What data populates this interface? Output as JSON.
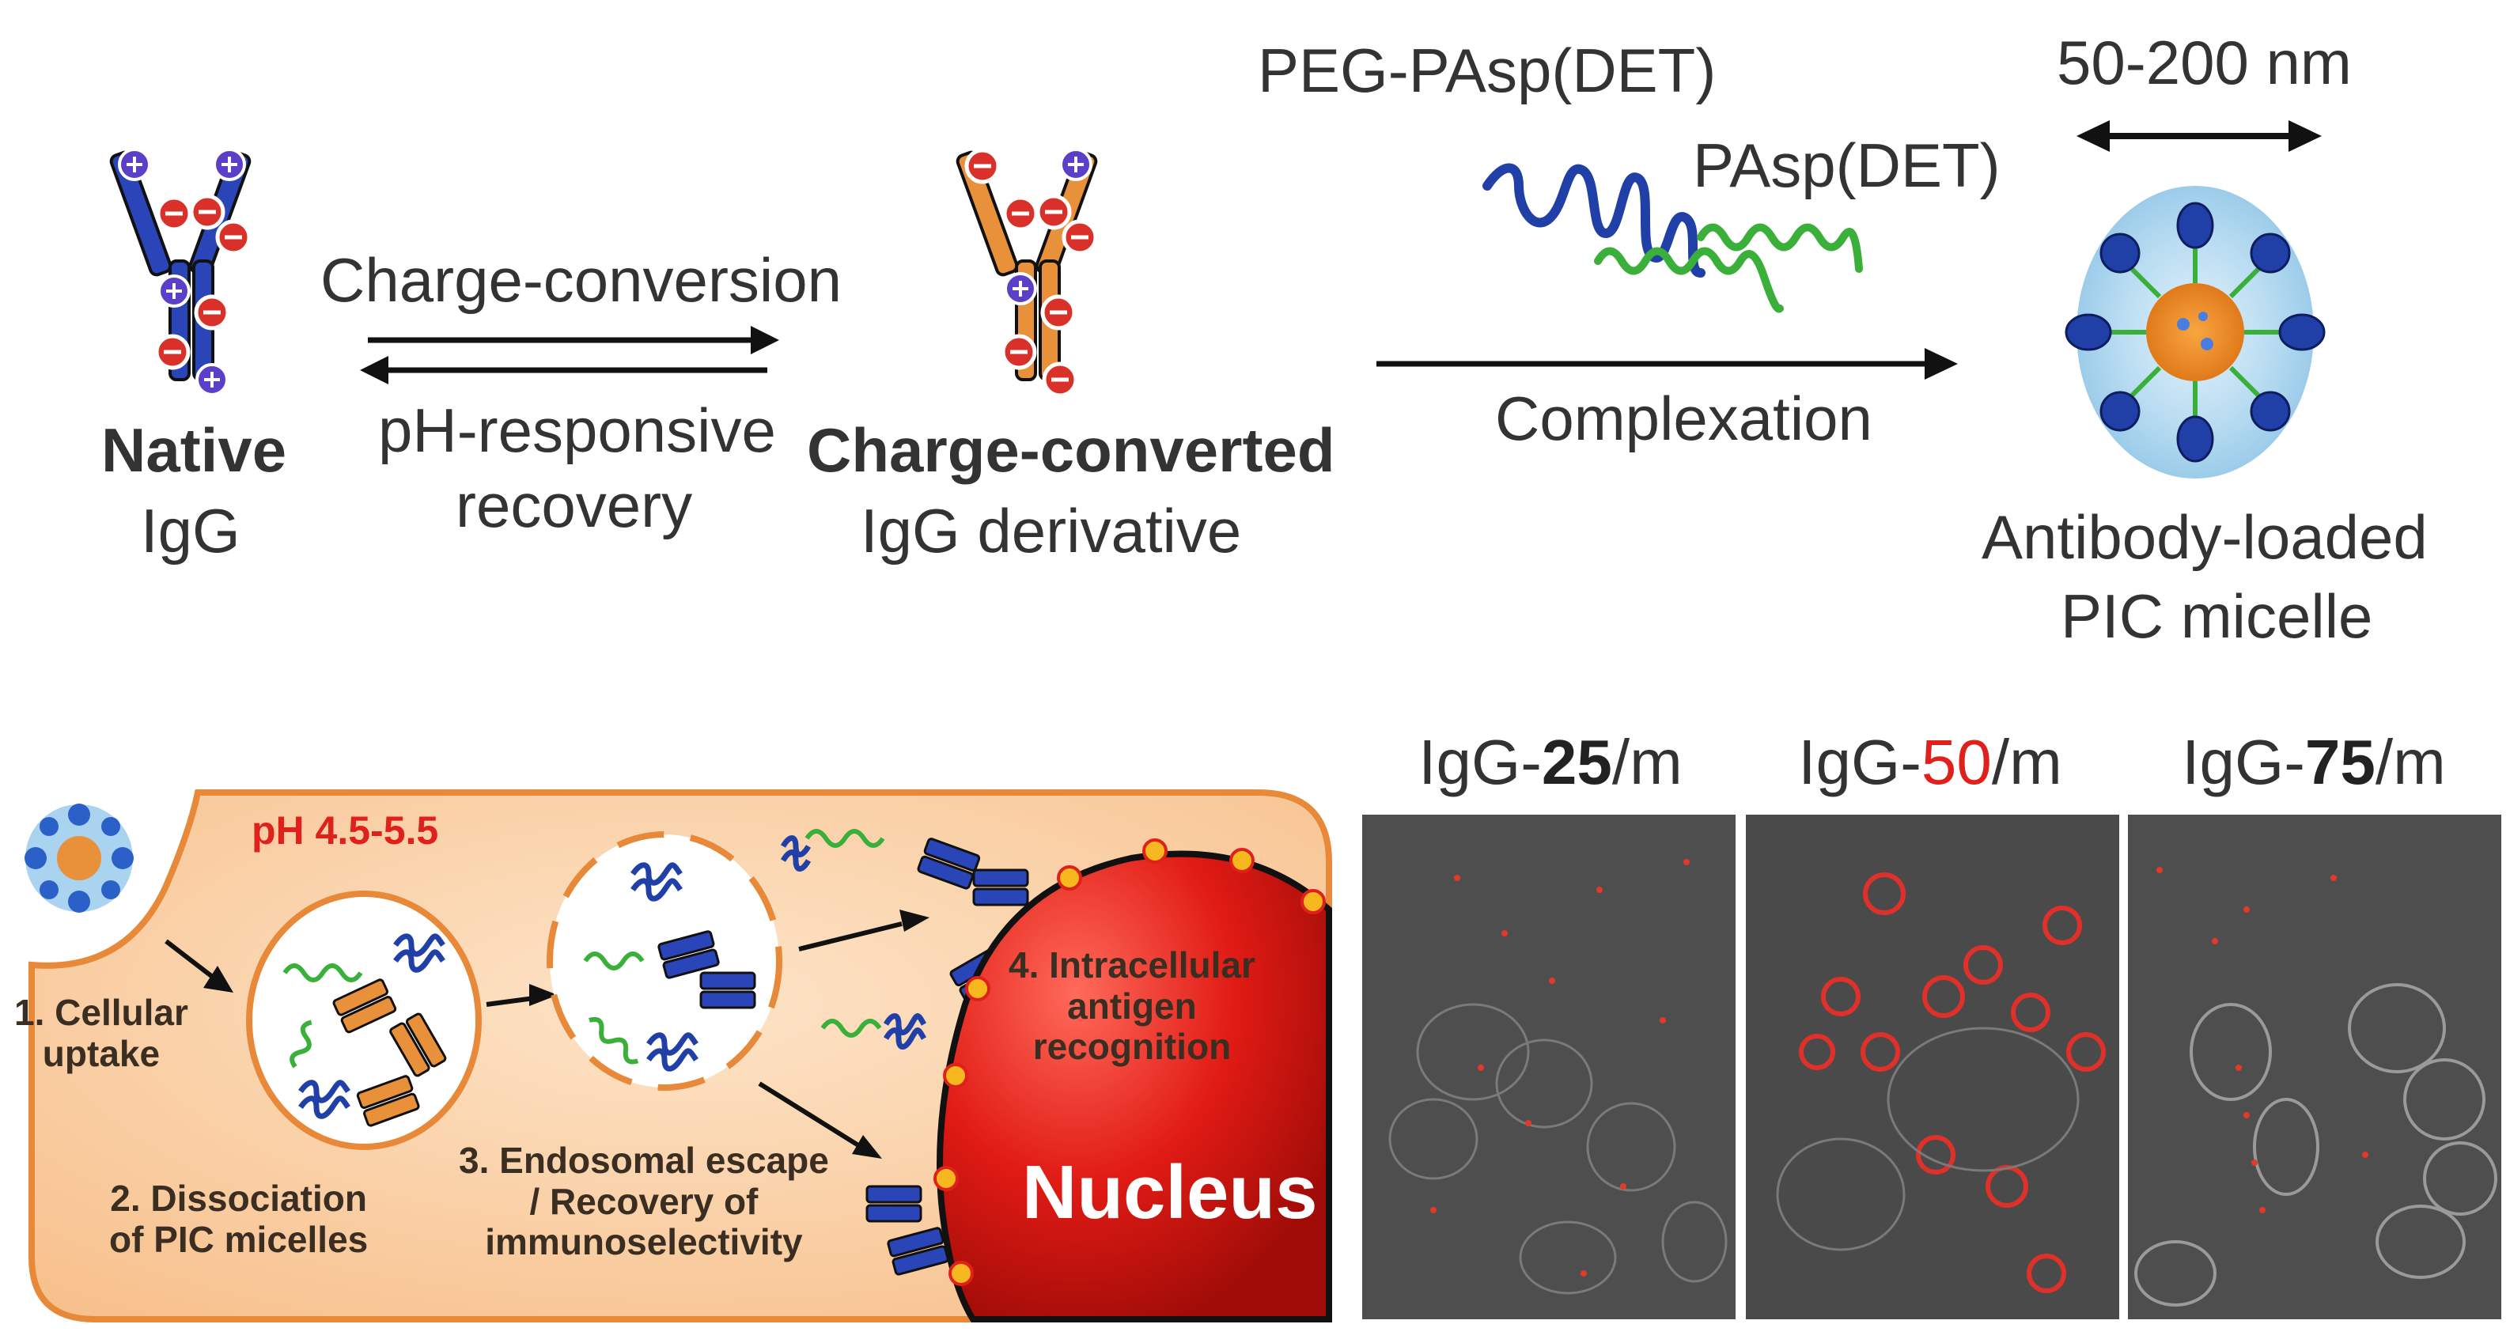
{
  "top": {
    "native_line1": "Native",
    "native_line2": "IgG",
    "forward_label": "Charge-conversion",
    "reverse_line1": "pH-responsive",
    "reverse_line2": "recovery",
    "converted_line1": "Charge-converted",
    "converted_line2": "IgG derivative",
    "peg_label": "PEG-PAsp(DET)",
    "pasp_label": "PAsp(DET)",
    "complex_label": "Complexation",
    "size_label": "50-200 nm",
    "micelle_line1": "Antibody-loaded",
    "micelle_line2": "PIC micelle"
  },
  "bottom": {
    "ph_label": "pH 4.5-5.5",
    "step1_line1": "1. Cellular",
    "step1_line2": "uptake",
    "step2_line1": "2. Dissociation",
    "step2_line2": "of PIC micelles",
    "step3_line1": "3. Endosomal escape",
    "step3_line2": "/ Recovery of",
    "step3_line3": "immunoselectivity",
    "step4_line1": "4. Intracellular",
    "step4_line2": "antigen",
    "step4_line3": "recognition",
    "nucleus_label": "Nucleus"
  },
  "panels": [
    {
      "prefix": "IgG-",
      "number": "25",
      "suffix": "/m",
      "number_color": "#222222"
    },
    {
      "prefix": "IgG-",
      "number": "50",
      "suffix": "/m",
      "number_color": "#e0201b"
    },
    {
      "prefix": "IgG-",
      "number": "75",
      "suffix": "/m",
      "number_color": "#222222"
    }
  ],
  "colors": {
    "igg_blue": "#2a45b8",
    "igg_orange": "#e8913a",
    "minus_red": "#d9302a",
    "plus_purple": "#5a3fc8",
    "peg_blue": "#2040a8",
    "pasp_green": "#3ab03a",
    "cell_fill": "#fcd7b0",
    "cell_border": "#e8893a",
    "nucleus_red": "#e01a14",
    "ph_red": "#e0201b"
  }
}
